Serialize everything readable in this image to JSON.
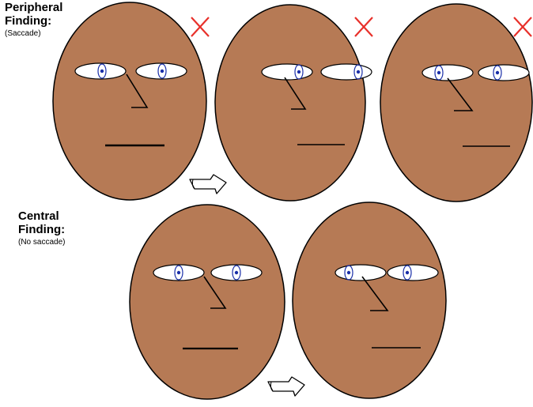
{
  "peripheral": {
    "title_line1": "Peripheral",
    "title_line2": "Finding:",
    "note": "(Saccade)",
    "mark": "X"
  },
  "central": {
    "title_line1": "Central",
    "title_line2": "Finding:",
    "note": "(No saccade)"
  },
  "colors": {
    "skin": "#b67a55",
    "outline": "#000000",
    "eye_white": "#ffffff",
    "pupil": "#1a2fa8",
    "cross": "#e8302a"
  }
}
